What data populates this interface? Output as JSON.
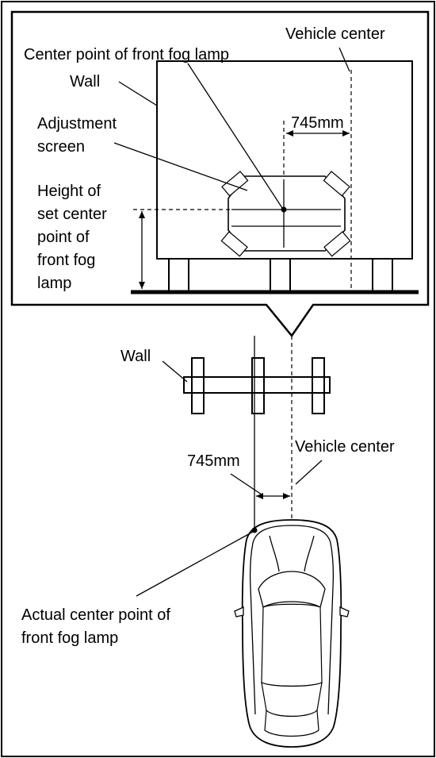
{
  "labels": {
    "vehicle_center_top": "Vehicle center",
    "center_point_front_fog_lamp": "Center point of front fog lamp",
    "wall_top": "Wall",
    "distance_top": "745mm",
    "adjustment_screen_line1": "Adjustment",
    "adjustment_screen_line2": "screen",
    "height_line1": "Height of",
    "height_line2": "set center",
    "height_line3": "point of",
    "height_line4": "front fog",
    "height_line5": "lamp",
    "wall_bottom": "Wall",
    "vehicle_center_bottom": "Vehicle center",
    "distance_bottom": "745mm",
    "actual_center_line1": "Actual center point of",
    "actual_center_line2": "front fog lamp"
  }
}
